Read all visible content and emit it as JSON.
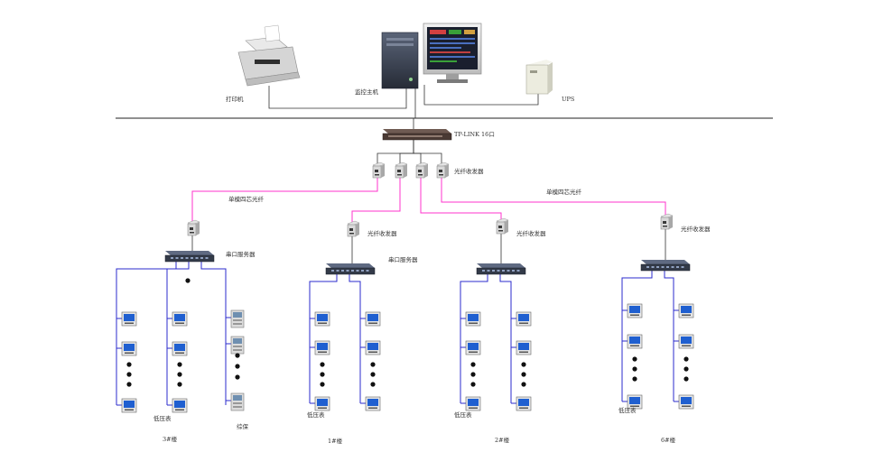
{
  "colors": {
    "fiber": "#ff33cc",
    "copper": "#2b2bcc",
    "backbone": "#222222",
    "device_dark": "#333a48",
    "screen": "#1f5fd0"
  },
  "labels": {
    "printer": "打印机",
    "host": "监控主机",
    "ups": "UPS",
    "switch": "TP-LINK 16口",
    "fiber_transceiver_top": "光纤收发器",
    "fiber_left": "单模四芯光纤",
    "fiber_right": "单模四芯光纤"
  },
  "buildings": [
    {
      "name": "3#楼",
      "transceiver_label": "",
      "server_label": "串口服务器",
      "meter_label": "低压表",
      "protect_label": "综保",
      "show_ellipsis": true
    },
    {
      "name": "1#楼",
      "transceiver_label": "光纤收发器",
      "server_label": "串口服务器",
      "meter_label": "低压表"
    },
    {
      "name": "2#楼",
      "transceiver_label": "光纤收发器",
      "server_label": "",
      "meter_label": "低压表"
    },
    {
      "name": "6#楼",
      "transceiver_label": "光纤收发器",
      "server_label": "",
      "meter_label": "低压表"
    }
  ]
}
